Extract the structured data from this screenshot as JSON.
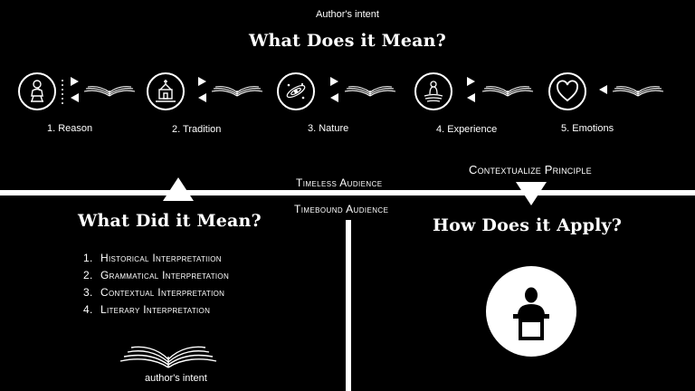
{
  "header": {
    "subtitle": "Author's intent",
    "title": "What Does it Mean?"
  },
  "steps": [
    {
      "label": "1. Reason",
      "icon": "thinker-icon"
    },
    {
      "label": "2. Tradition",
      "icon": "church-icon"
    },
    {
      "label": "3. Nature",
      "icon": "galaxy-icon"
    },
    {
      "label": "4. Experience",
      "icon": "person-reflection-icon"
    },
    {
      "label": "5. Emotions",
      "icon": "heart-icon"
    }
  ],
  "divider": {
    "timeless": "Timeless Audience",
    "timebound": "Timebound Audience",
    "contextualize": "Contextualize Principle"
  },
  "left": {
    "title": "What Did it Mean?",
    "items": [
      {
        "num": "1.",
        "text": "Historical Interpretatiion"
      },
      {
        "num": "2.",
        "text": "Grammatical Interpretation"
      },
      {
        "num": "3.",
        "text": "Contextual Interpretation"
      },
      {
        "num": "4.",
        "text": "Literary Interpretation"
      }
    ],
    "footer": "author's intent"
  },
  "right": {
    "title": "How Does it Apply?",
    "icon": "preacher-podium-icon"
  },
  "colors": {
    "background": "#000000",
    "foreground": "#ffffff"
  }
}
